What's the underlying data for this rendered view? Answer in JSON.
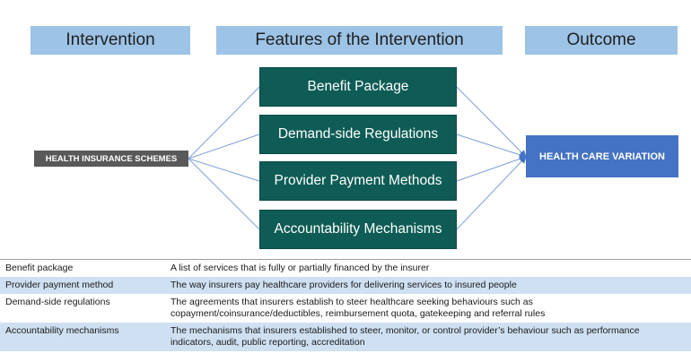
{
  "headers": {
    "intervention": "Intervention",
    "features": "Features of the Intervention",
    "outcome": "Outcome"
  },
  "features": [
    "Benefit Package",
    "Demand-side Regulations",
    "Provider Payment Methods",
    "Accountability Mechanisms"
  ],
  "left_node": "HEALTH INSURANCE SCHEMES",
  "right_node": "HEALTH CARE VARIATION",
  "definitions": [
    {
      "term": "Benefit package",
      "definition": "A list of services that is fully or partially financed by the insurer"
    },
    {
      "term": "Provider payment method",
      "definition": "The way insurers pay healthcare providers for delivering services to insured people"
    },
    {
      "term": "Demand-side regulations",
      "definition": "The agreements that insurers establish to steer healthcare seeking behaviours such as copayment/coinsurance/deductibles, reimbursement quota, gatekeeping and referral rules"
    },
    {
      "term": "Accountability mechanisms",
      "definition": "The mechanisms that insurers established to steer, monitor, or control provider’s behaviour such as performance indicators, audit, public reporting, accreditation"
    }
  ],
  "colors": {
    "header_bg": "#9dc3e6",
    "feature_bg": "#0e5c55",
    "left_node_bg": "#595959",
    "right_node_bg": "#4472c4",
    "connector": "#7f9fd6",
    "row_shade": "#cfe0f2"
  }
}
